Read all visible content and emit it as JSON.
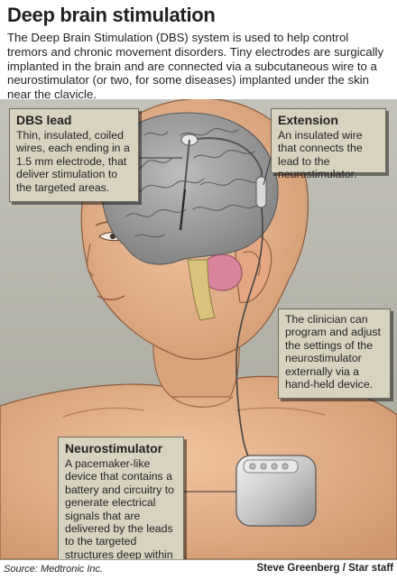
{
  "title": "Deep brain stimulation",
  "intro": "The Deep Brain Stimulation (DBS) system is used to help control tremors and chronic movement disorders. Tiny electrodes are surgically implanted in the brain and are connected via a subcutaneous wire to a neurostimulator (or two, for some diseases) implanted under the skin near the clavicle.",
  "callouts": {
    "dbs_lead": {
      "title": "DBS lead",
      "text": "Thin, insulated, coiled wires, each ending in a 1.5 mm electrode, that deliver stimulation to the targeted areas."
    },
    "extension": {
      "title": "Extension",
      "text": "An insulated wire that connects the lead to the neurostimulator."
    },
    "neurostimulator": {
      "title": "Neurostimulator",
      "text": "A pacemaker-like device that contains a battery and circuitry to generate electrical signals that are delivered by the leads to the targeted structures deep within the brain."
    },
    "clinician": {
      "text": "The clinician can program and adjust the settings of the neurostimulator externally via a hand-held device."
    }
  },
  "source": "Source: Medtronic Inc.",
  "credit": "Steve Greenberg / Star staff",
  "colors": {
    "callout_bg": "#d7d3bf",
    "skin": "#e6b48f",
    "skin_shadow": "#cf9870",
    "brain": "#9d9d9d",
    "background_gray": "#a7a69b",
    "device": "#d0d0d0"
  }
}
